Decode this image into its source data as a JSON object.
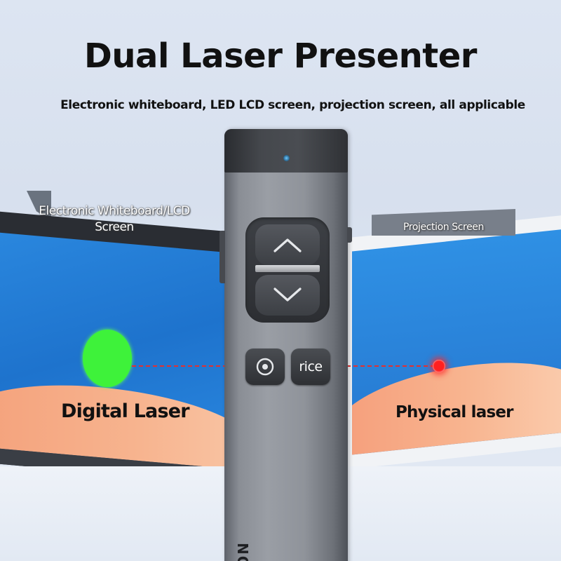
{
  "header": {
    "title": "Dual Laser Presenter",
    "subtitle": "Electronic whiteboard, LED LCD screen, projection screen, all applicable"
  },
  "left_screen": {
    "label": "Electronic Whiteboard/LCD Screen",
    "laser_label": "Digital Laser",
    "laser_color": "#3ef23a"
  },
  "right_screen": {
    "label": "Projection Screen",
    "laser_label": "Physical laser",
    "laser_color": "#ff2020"
  },
  "device": {
    "up_icon": "chevron-up-icon",
    "down_icon": "chevron-down-icon",
    "laser_button_icon": "target-icon",
    "custom_button_text": "rice",
    "logo_text": "NO",
    "led_color": "#4fb5f0"
  },
  "colors": {
    "screen_blue": "#2577d0",
    "wave_orange": "#f8b48f",
    "beam_red": "#e23030"
  }
}
